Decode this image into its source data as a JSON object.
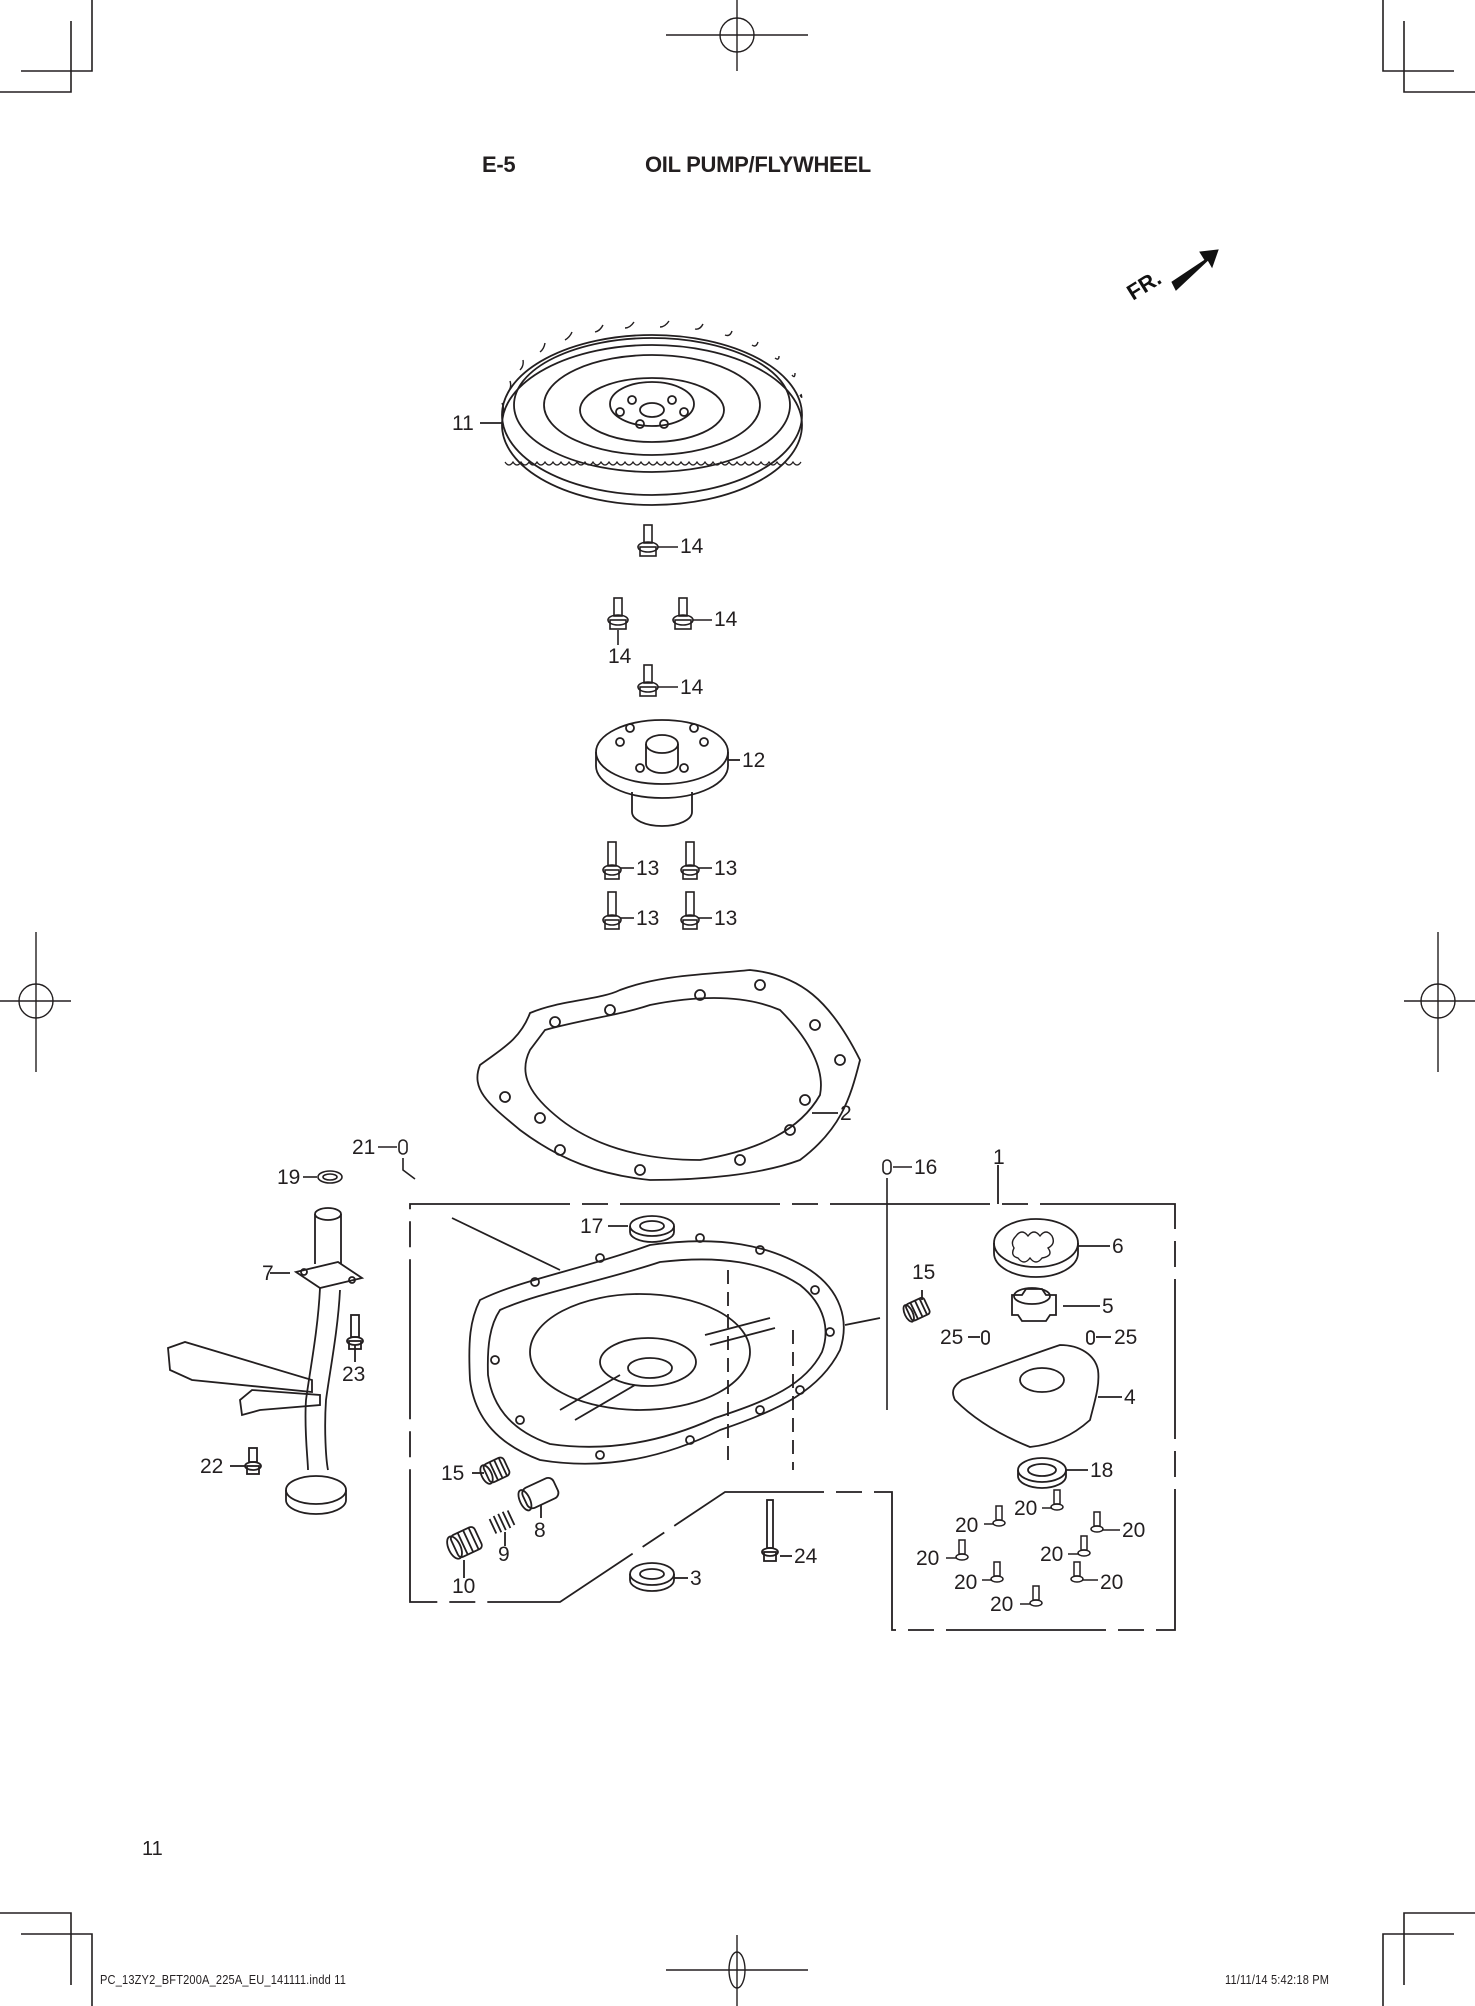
{
  "page": {
    "section_code": "E-5",
    "section_title": "OIL PUMP/FLYWHEEL",
    "page_number": "11",
    "direction_marker": "FR.",
    "slug_left": "PC_13ZY2_BFT200A_225A_EU_141111.indd   11",
    "slug_right": "11/11/14   5:42:18 PM"
  },
  "callouts": [
    {
      "ref": "11",
      "part": "flywheel"
    },
    {
      "ref": "14",
      "part": "flywheel-bolt",
      "count": 4
    },
    {
      "ref": "12",
      "part": "drive-plate-hub"
    },
    {
      "ref": "13",
      "part": "hub-bolt",
      "count": 4
    },
    {
      "ref": "2",
      "part": "gasket"
    },
    {
      "ref": "21",
      "part": "dowel-pin"
    },
    {
      "ref": "19",
      "part": "o-ring"
    },
    {
      "ref": "16",
      "part": "dowel-pin"
    },
    {
      "ref": "1",
      "part": "oil-pump-assembly"
    },
    {
      "ref": "17",
      "part": "oil-seal"
    },
    {
      "ref": "6",
      "part": "outer-rotor"
    },
    {
      "ref": "15",
      "part": "plug",
      "count": 2
    },
    {
      "ref": "5",
      "part": "inner-rotor"
    },
    {
      "ref": "25",
      "part": "dowel-pin",
      "count": 2
    },
    {
      "ref": "7",
      "part": "oil-strainer"
    },
    {
      "ref": "4",
      "part": "pump-cover"
    },
    {
      "ref": "23",
      "part": "bolt"
    },
    {
      "ref": "18",
      "part": "oil-seal"
    },
    {
      "ref": "22",
      "part": "bolt"
    },
    {
      "ref": "20",
      "part": "screw",
      "count": 8
    },
    {
      "ref": "8",
      "part": "relief-valve"
    },
    {
      "ref": "9",
      "part": "spring"
    },
    {
      "ref": "10",
      "part": "plug"
    },
    {
      "ref": "24",
      "part": "bolt"
    },
    {
      "ref": "3",
      "part": "oil-seal"
    }
  ],
  "labels": {
    "l11": "11",
    "l14a": "14",
    "l14b": "14",
    "l14c": "14",
    "l14d": "14",
    "l12": "12",
    "l13a": "13",
    "l13b": "13",
    "l13c": "13",
    "l13d": "13",
    "l2": "2",
    "l21": "21",
    "l19": "19",
    "l16": "16",
    "l1": "1",
    "l17": "17",
    "l6": "6",
    "l15a": "15",
    "l5": "5",
    "l25a": "25",
    "l25b": "25",
    "l7": "7",
    "l4": "4",
    "l23": "23",
    "l18": "18",
    "l22": "22",
    "l15b": "15",
    "l8": "8",
    "l9": "9",
    "l10": "10",
    "l24": "24",
    "l3": "3",
    "l20a": "20",
    "l20b": "20",
    "l20c": "20",
    "l20d": "20",
    "l20e": "20",
    "l20f": "20",
    "l20g": "20",
    "l20h": "20"
  }
}
